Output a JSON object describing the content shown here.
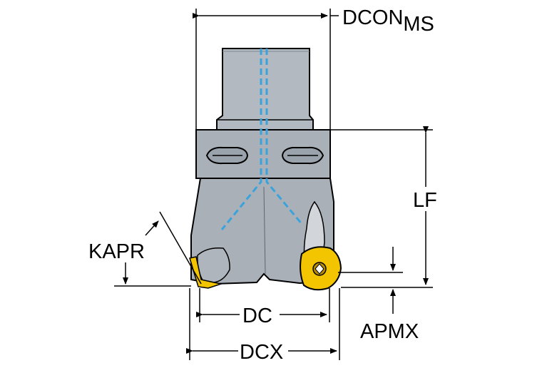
{
  "labels": {
    "dcon": "DCON",
    "dcon_sub": "MS",
    "lf": "LF",
    "kapr": "KAPR",
    "dc": "DC",
    "apmx": "APMX",
    "dcx": "DCX"
  },
  "colors": {
    "body": "#a9b0b8",
    "body_dark": "#7e868f",
    "shank": "#b3b9c0",
    "coolant": "#3ba3dc",
    "insert": "#f2c500",
    "insert_dark": "#b58d00",
    "line": "#000000"
  }
}
